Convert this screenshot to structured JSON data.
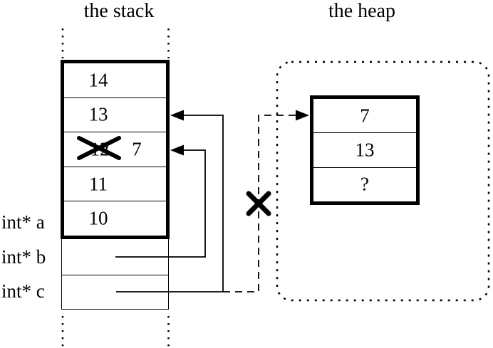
{
  "stack": {
    "title": "the stack",
    "cells": [
      {
        "value": "14"
      },
      {
        "value": "13"
      },
      {
        "old_value": "12",
        "new_value": "7",
        "crossed_out": true
      },
      {
        "value": "11"
      },
      {
        "value": "10"
      }
    ],
    "pointer_labels": [
      {
        "label": "int* a"
      },
      {
        "label": "int* b"
      },
      {
        "label": "int* c"
      }
    ]
  },
  "heap": {
    "title": "the heap",
    "cells": [
      {
        "value": "7"
      },
      {
        "value": "13"
      },
      {
        "value": "?"
      }
    ]
  },
  "icons": {
    "strikeout_x": "X cross-out stroke",
    "arrowhead": "filled black triangle"
  },
  "colors": {
    "ink": "#000000",
    "background": "#ffffff"
  }
}
